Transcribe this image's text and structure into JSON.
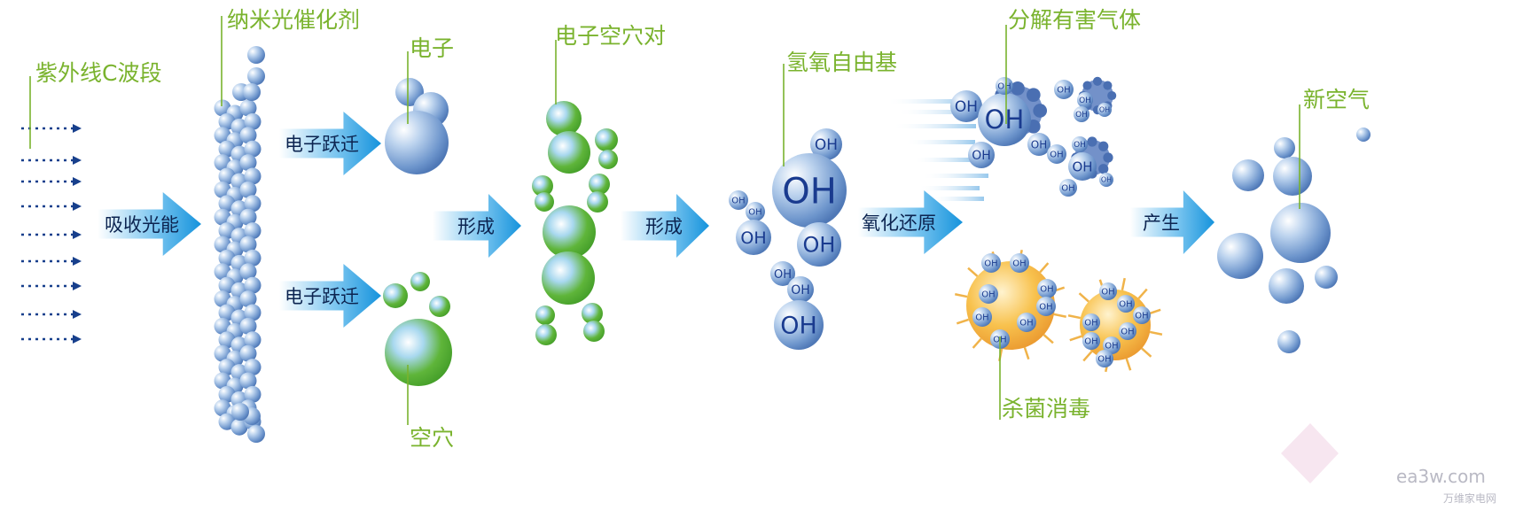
{
  "labels": {
    "uvc": "紫外线C波段",
    "catalyst": "纳米光催化剂",
    "electron": "电子",
    "hole": "空穴",
    "pair": "电子空穴对",
    "radical": "氢氧自由基",
    "decompose": "分解有害气体",
    "sterilize": "杀菌消毒",
    "fresh_air": "新空气"
  },
  "arrows": {
    "absorb": "吸收光能",
    "transition_top": "电子跃迁",
    "transition_bottom": "电子跃迁",
    "form1": "形成",
    "form2": "形成",
    "redox": "氧化还原",
    "produce": "产生"
  },
  "molecule_label": "OH",
  "watermark": {
    "site": "ea3w.com",
    "name": "万维家电网"
  },
  "colors": {
    "label_green": "#7ab32e",
    "arrow_blue": "#1593dc",
    "arrow_text": "#0c2450",
    "oh_text": "#1a3b8f",
    "bacteria": "#f5a623"
  }
}
